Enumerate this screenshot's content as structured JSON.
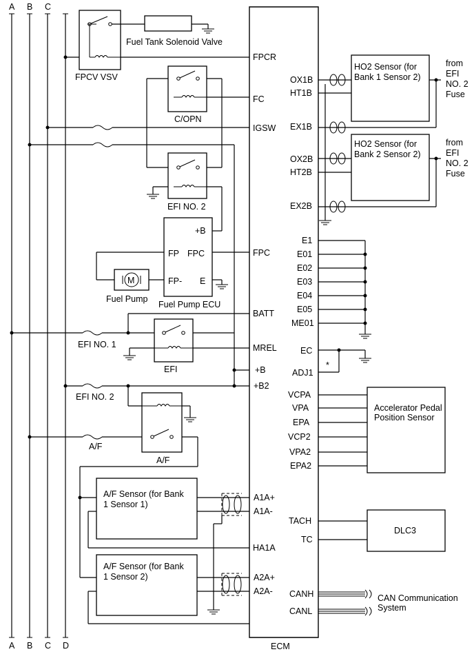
{
  "bus_labels": [
    "A",
    "B",
    "C",
    "D"
  ],
  "ecm": {
    "label": "ECM",
    "pins_left": {
      "fpcr": "FPCR",
      "fc": "FC",
      "igsw": "IGSW",
      "fpc": "FPC",
      "batt": "BATT",
      "mrel": "MREL",
      "b": "+B",
      "b2": "+B2",
      "a1a_pos": "A1A+",
      "a1a_neg": "A1A-",
      "ha1a": "HA1A",
      "a2a_pos": "A2A+",
      "a2a_neg": "A2A-"
    },
    "pins_right": {
      "ox1b": "OX1B",
      "ht1b": "HT1B",
      "ex1b": "EX1B",
      "ox2b": "OX2B",
      "ht2b": "HT2B",
      "ex2b": "EX2B",
      "e1": "E1",
      "e01": "E01",
      "e02": "E02",
      "e03": "E03",
      "e04": "E04",
      "e05": "E05",
      "me01": "ME01",
      "ec": "EC",
      "adj1": "ADJ1",
      "vcpa": "VCPA",
      "vpa": "VPA",
      "epa": "EPA",
      "vcp2": "VCP2",
      "vpa2": "VPA2",
      "epa2": "EPA2",
      "tach": "TACH",
      "tc": "TC",
      "canh": "CANH",
      "canl": "CANL"
    }
  },
  "components": {
    "fpcv_vsv": "FPCV VSV",
    "fuel_tank_valve": "Fuel Tank Solenoid Valve",
    "copn": "C/OPN",
    "efi_no2_relay": "EFI NO. 2",
    "fuel_pump": "Fuel Pump",
    "motor_symbol": "M",
    "fuel_pump_ecu": "Fuel Pump ECU",
    "fp_ecu_pins": {
      "b": "+B",
      "fp": "FP",
      "fpc": "FPC",
      "fp_neg": "FP-",
      "e": "E"
    },
    "efi_no1_fuse": "EFI NO. 1",
    "efi_relay": "EFI",
    "efi_no2_fuse": "EFI NO. 2",
    "af_fuse": "A/F",
    "af_relay": "A/F",
    "af_sensor1": [
      "A/F Sensor (for Bank",
      "1 Sensor 1)"
    ],
    "af_sensor2": [
      "A/F Sensor (for Bank",
      "1 Sensor 2)"
    ],
    "ho2_sensor1": [
      "HO2 Sensor (for",
      "Bank 1 Sensor 2)"
    ],
    "ho2_sensor2": [
      "HO2 Sensor (for",
      "Bank 2 Sensor 2)"
    ],
    "from_efi_fuse": [
      "from",
      "EFI",
      "NO. 2",
      "Fuse"
    ],
    "accel_sensor": [
      "Accelerator Pedal",
      "Position Sensor"
    ],
    "dlc3": "DLC3",
    "can_system": [
      "CAN Communication",
      "System"
    ],
    "asterisk": "*"
  }
}
